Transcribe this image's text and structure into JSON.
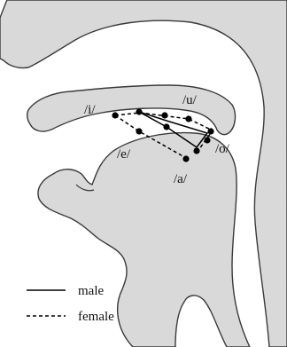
{
  "diagram": {
    "type": "vowel-space-on-vocal-tract",
    "colors": {
      "tissue_fill": "#d9d9d9",
      "outline": "#3a3a3a",
      "marker": "#000000",
      "background": "#ffffff"
    },
    "vowel_labels": {
      "i": "/i/",
      "u": "/u/",
      "e": "/e/",
      "o": "/o/",
      "a": "/a/"
    },
    "legend": {
      "male": "male",
      "female": "female"
    },
    "series": [
      {
        "name": "male",
        "line_style": "solid"
      },
      {
        "name": "female",
        "line_style": "dashed"
      }
    ]
  }
}
